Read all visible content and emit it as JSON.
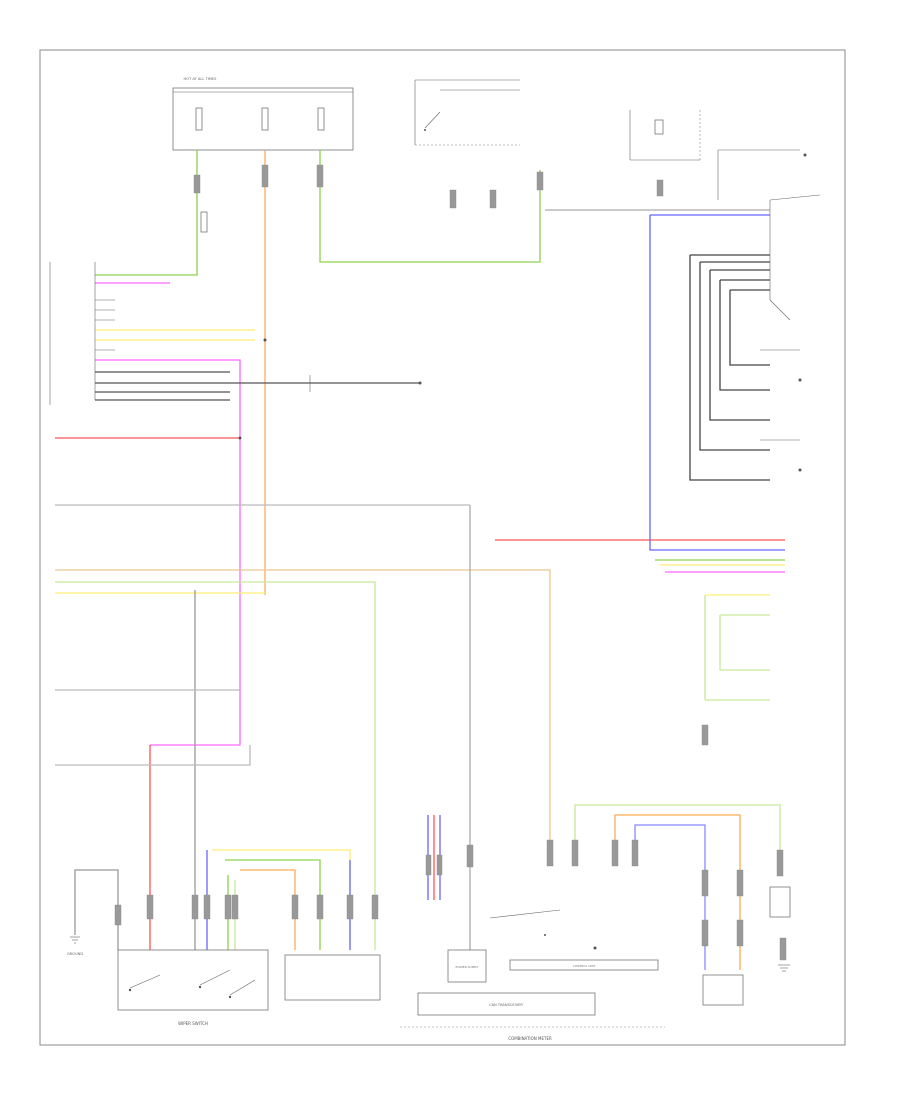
{
  "diagram": {
    "footer_code": "",
    "colors": {
      "green": "#8fd14f",
      "light_green": "#c7e89a",
      "pink": "#ff66ff",
      "red": "#ff5555",
      "orange": "#ffaa55",
      "yellow": "#ffee77",
      "blue": "#6666ff",
      "gray": "#999999",
      "dark": "#444444",
      "tan": "#e8c890",
      "frame": "#888888"
    },
    "labels": {
      "fuse_block": "HOT AT ALL TIMES",
      "battery_wire": "",
      "combination_meter": "COMBINATION METER",
      "wiper_switch": "WIPER SWITCH",
      "ground": "GROUND",
      "can_transceiver": "CAN TRANSCEIVER",
      "power_supply": "POWER SUPPLY",
      "control_unit": "CONTROL UNIT"
    }
  }
}
